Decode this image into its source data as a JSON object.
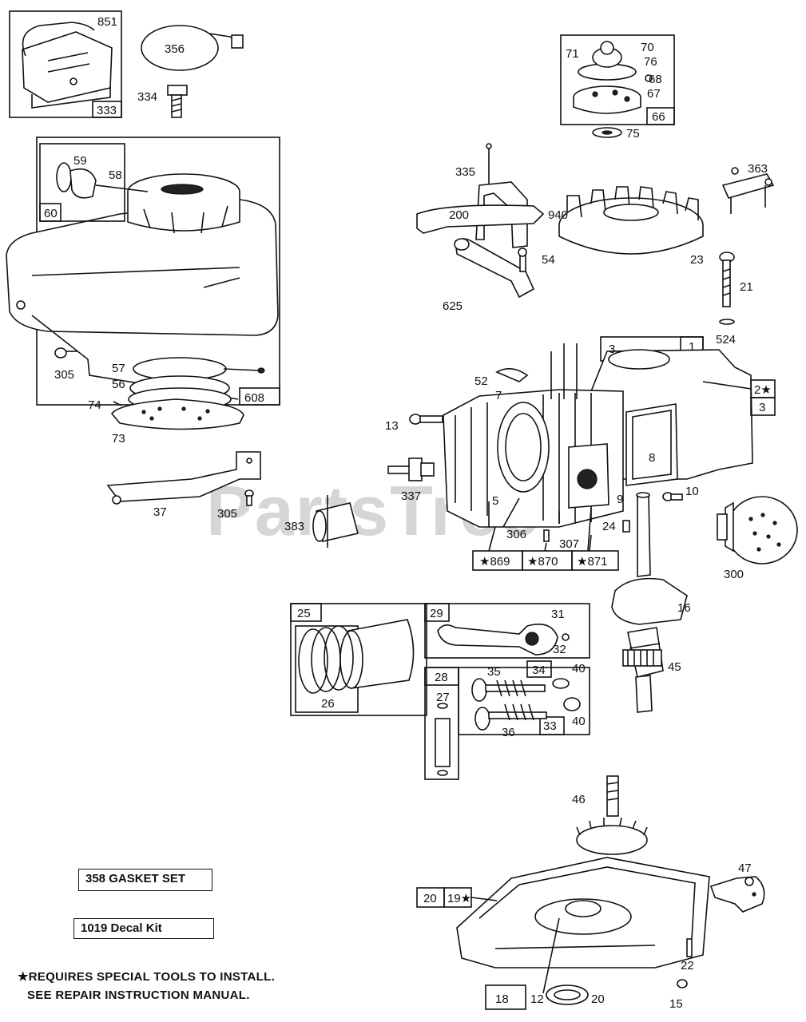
{
  "watermark": "PartsTree",
  "callouts": {
    "p851": "851",
    "p356": "356",
    "p333": "333",
    "p334": "334",
    "p59": "59",
    "p58": "58",
    "p60": "60",
    "p305a": "305",
    "p57": "57",
    "p56": "56",
    "p74": "74",
    "p73": "73",
    "p608": "608",
    "p37": "37",
    "p305b": "305",
    "p383": "383",
    "p70": "70",
    "p71": "71",
    "p76": "76",
    "p68": "68",
    "p67": "67",
    "p66": "66",
    "p75": "75",
    "p335": "335",
    "p200": "200",
    "p363": "363",
    "p23": "23",
    "p21": "21",
    "p940": "940",
    "p54": "54",
    "p625": "625",
    "p524": "524",
    "p52": "52",
    "p7": "7",
    "p13": "13",
    "p1": "1",
    "p3a": "3",
    "p2": "2★",
    "p3b": "3",
    "p8": "8",
    "p337": "337",
    "p5": "5",
    "p306": "306",
    "p307": "307",
    "p24": "24",
    "p9": "9",
    "p10": "10",
    "p300": "300",
    "p869": "★869",
    "p870": "★870",
    "p871": "★871",
    "p25": "25",
    "p26": "26",
    "p29": "29",
    "p31": "31",
    "p32": "32",
    "p16": "16",
    "p28": "28",
    "p27": "27",
    "p35": "35",
    "p34": "34",
    "p40a": "40",
    "p33": "33",
    "p40b": "40",
    "p36": "36",
    "p45": "45",
    "p46": "46",
    "p47": "47",
    "p20a": "20",
    "p19": "19★",
    "p22": "22",
    "p18": "18",
    "p12": "12",
    "p20b": "20",
    "p15": "15"
  },
  "kits": {
    "gasket_set": "358   GASKET SET",
    "decal_kit": "1019 Decal Kit"
  },
  "notes": {
    "line1": "★REQUIRES SPECIAL TOOLS TO INSTALL.",
    "line2": "SEE REPAIR INSTRUCTION MANUAL."
  }
}
